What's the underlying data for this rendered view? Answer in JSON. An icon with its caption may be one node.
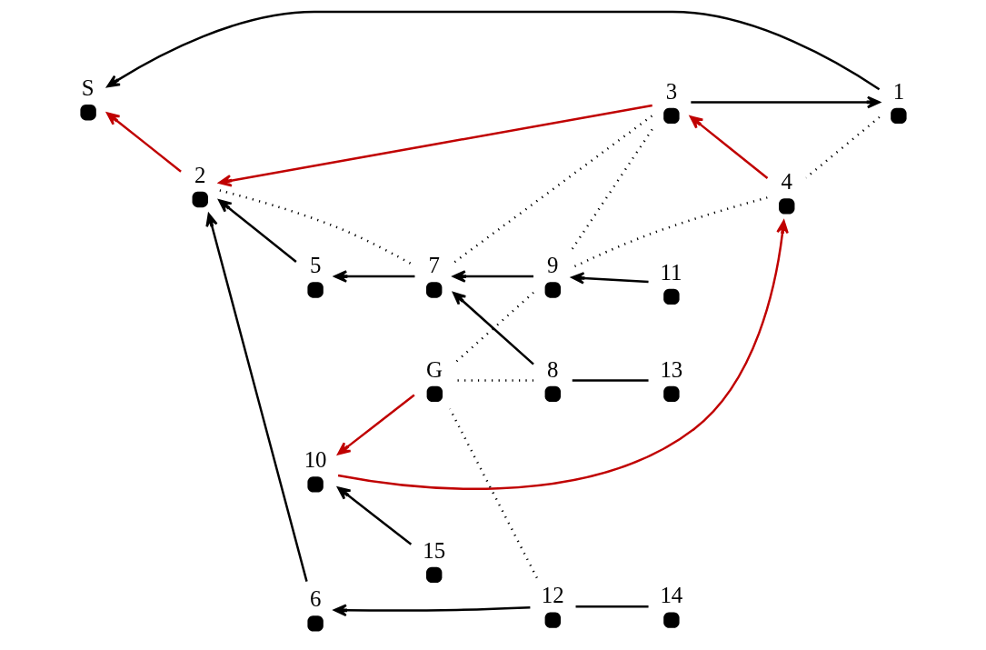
{
  "diagram": {
    "nodes": [
      {
        "text": [],
        "shape": "circle",
        "beside": [
          "S"
        ]
      },
      {
        "text": [],
        "shape": "circle",
        "beside": [
          "1"
        ]
      },
      {
        "text": [],
        "shape": "circle",
        "beside": [
          "2"
        ]
      },
      {
        "text": [],
        "shape": "circle",
        "beside": [
          "3"
        ]
      },
      {
        "text": [],
        "shape": "circle",
        "beside": [
          "4"
        ]
      },
      {
        "text": [],
        "shape": "circle",
        "beside": [
          "5"
        ]
      },
      {
        "text": [],
        "shape": "circle",
        "beside": [
          "6"
        ]
      },
      {
        "text": [],
        "shape": "circle",
        "beside": [
          "7"
        ]
      },
      {
        "text": [],
        "shape": "circle",
        "beside": [
          "8"
        ]
      },
      {
        "text": [],
        "shape": "circle",
        "beside": [
          "9"
        ]
      },
      {
        "text": [],
        "shape": "circle",
        "beside": [
          "10"
        ]
      },
      {
        "text": [],
        "shape": "circle",
        "beside": [
          "11"
        ]
      },
      {
        "text": [],
        "shape": "circle",
        "beside": [
          "12"
        ]
      },
      {
        "text": [],
        "shape": "circle",
        "beside": [
          "13"
        ]
      },
      {
        "text": [],
        "shape": "circle",
        "beside": [
          "14"
        ]
      },
      {
        "text": [],
        "shape": "circle",
        "beside": [
          "15"
        ]
      },
      {
        "text": [],
        "shape": "circle",
        "beside": [
          "G"
        ]
      }
    ],
    "edges": [
      {
        "from": 1,
        "to": 0,
        "arrow": "to"
      },
      {
        "from": 3,
        "to": 1,
        "arrow": "to"
      },
      {
        "from": 1,
        "to": 4,
        "arrow": "none",
        "style": "dashed"
      },
      {
        "from": 16,
        "to": 10,
        "arrow": "to",
        "color": "#c00000"
      },
      {
        "from": 10,
        "to": 4,
        "arrow": "to",
        "color": "#c00000"
      },
      {
        "from": 4,
        "to": 3,
        "arrow": "to",
        "color": "#c00000"
      },
      {
        "from": 3,
        "to": 2,
        "arrow": "to",
        "color": "#c00000"
      },
      {
        "from": 2,
        "to": 0,
        "arrow": "to",
        "color": "#c00000"
      },
      {
        "from": 15,
        "to": 10,
        "arrow": "to"
      },
      {
        "from": 11,
        "to": 9,
        "arrow": "to"
      },
      {
        "from": 4,
        "to": 9,
        "arrow": "none",
        "style": "dashed"
      },
      {
        "from": 3,
        "to": 9,
        "arrow": "none",
        "style": "dashed"
      },
      {
        "from": 9,
        "to": 16,
        "arrow": "none",
        "style": "dashed"
      },
      {
        "from": 9,
        "to": 7,
        "arrow": "to"
      },
      {
        "from": 3,
        "to": 7,
        "arrow": "none",
        "style": "dashed"
      },
      {
        "from": 2,
        "to": 7,
        "arrow": "none",
        "style": "dashed"
      },
      {
        "from": 8,
        "to": 7,
        "arrow": "to"
      },
      {
        "from": 8,
        "to": 16,
        "arrow": "none",
        "style": "dashed"
      },
      {
        "from": 13,
        "to": 8,
        "arrow": "none"
      },
      {
        "from": 7,
        "to": 5,
        "arrow": "to"
      },
      {
        "from": 5,
        "to": 2,
        "arrow": "to"
      },
      {
        "from": 6,
        "to": 2,
        "arrow": "to"
      },
      {
        "from": 12,
        "to": 6,
        "arrow": "to"
      },
      {
        "from": 12,
        "to": 16,
        "arrow": "none",
        "style": "dashed"
      },
      {
        "from": 14,
        "to": 12,
        "arrow": "none"
      }
    ]
  }
}
